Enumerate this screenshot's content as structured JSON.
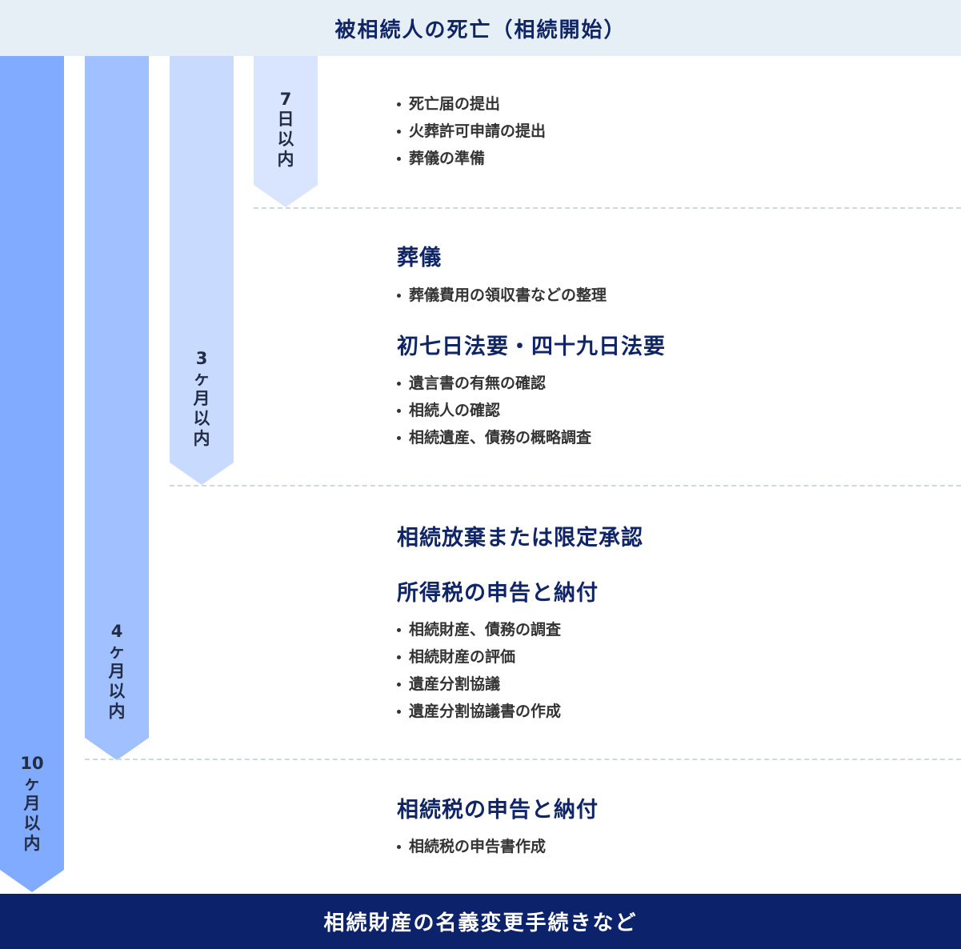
{
  "header": {
    "title": "被相続人の死亡（相続開始）"
  },
  "footer": {
    "title": "相続財産の名義変更手続きなど"
  },
  "colors": {
    "header_bg": "#e6eff5",
    "footer_bg": "#0c226b",
    "heading": "#0f2566",
    "bar_10m": "#80abff",
    "bar_4m": "#a1c0ff",
    "bar_3m": "#c9daff",
    "bar_7d": "#d9e5ff"
  },
  "deadlines": [
    {
      "id": "7d",
      "label": "7\n日\n以\n内"
    },
    {
      "id": "3m",
      "label": "3\nヶ\n月\n以\n内"
    },
    {
      "id": "4m",
      "label": "4\nヶ\n月\n以\n内"
    },
    {
      "id": "10m",
      "label": "10\nヶ\n月\n以\n内"
    }
  ],
  "sections": {
    "s7d": {
      "items": [
        "死亡届の提出",
        "火葬許可申請の提出",
        "葬儀の準備"
      ]
    },
    "funeral": {
      "heading": "葬儀",
      "items": [
        "葬儀費用の領収書などの整理"
      ]
    },
    "memorial": {
      "heading": "初七日法要・四十九日法要",
      "items": [
        "遺言書の有無の確認",
        "相続人の確認",
        "相続遺産、債務の概略調査"
      ]
    },
    "renounce": {
      "heading": "相続放棄または限定承認"
    },
    "income_tax": {
      "heading": "所得税の申告と納付",
      "items": [
        "相続財産、債務の調査",
        "相続財産の評価",
        "遺産分割協議",
        "遺産分割協議書の作成"
      ]
    },
    "inheritance_tax": {
      "heading": "相続税の申告と納付",
      "items": [
        "相続税の申告書作成"
      ]
    }
  }
}
